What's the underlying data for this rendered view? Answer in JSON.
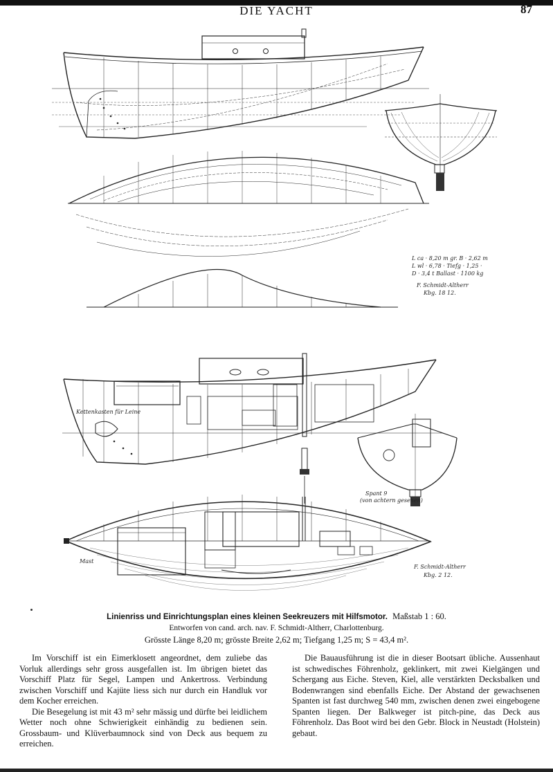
{
  "header": {
    "title": "DIE YACHT",
    "page_number": "87"
  },
  "drawing": {
    "dimensions_note": {
      "line1": "L ca · 8,20 m   gr. B · 2,62 m",
      "line2": "L wl · 6,78 ·   Tiefg · 1,25 ·",
      "line3": "D · 3,4 t   Ballast · 1100 kg"
    },
    "signature_1": "F. Schmidt-Altherr",
    "signature_1_date": "Kbg. 18 12.",
    "label_frame": "Spant 9",
    "label_frame_sub": "(von achtern gesehen)",
    "label_forward": "Kettenkasten für Leine",
    "label_mast": "Mast",
    "signature_2": "F. Schmidt-Altherr",
    "signature_2_date": "Kbg. 2 12."
  },
  "caption": {
    "line1": "Linienriss und Einrichtungsplan eines kleinen Seekreuzers mit Hilfsmotor.",
    "scale": "Maßstab 1 : 60.",
    "line2": "Entworfen von cand. arch. nav. F. Schmidt-Altherr, Charlottenburg.",
    "line3": "Grösste Länge 8,20 m; grösste Breite 2,62 m; Tiefgang 1,25 m; S = 43,4 m²."
  },
  "text": {
    "left": [
      "Im Vorschiff ist ein Eimerklosett angeordnet, dem zuliebe das Vorluk allerdings sehr gross ausgefallen ist. Im übrigen bietet das Vorschiff Platz für Segel, Lampen und Ankertross. Verbindung zwischen Vorschiff und Kajüte liess sich nur durch ein Handluk vor dem Kocher erreichen.",
      "Die Besegelung ist mit 43 m² sehr mässig und dürfte bei leidlichem Wetter noch ohne Schwierigkeit einhändig zu bedienen sein. Grossbaum- und Klüverbaumnock sind von Deck aus bequem zu erreichen."
    ],
    "right": [
      "Die Bauausführung ist die in dieser Bootsart übliche. Aussenhaut ist schwedisches Föhrenholz, geklinkert, mit zwei Kielgängen und Schergang aus Eiche. Steven, Kiel, alle verstärkten Decksbalken und Bodenwrangen sind ebenfalls Eiche. Der Abstand der gewachsenen Spanten ist fast durchweg 540 mm, zwischen denen zwei eingebogene Spanten liegen. Der Balkweger ist pitch-pine, das Deck aus Föhrenholz. Das Boot wird bei den Gebr. Block in Neustadt (Holstein) gebaut."
    ]
  }
}
